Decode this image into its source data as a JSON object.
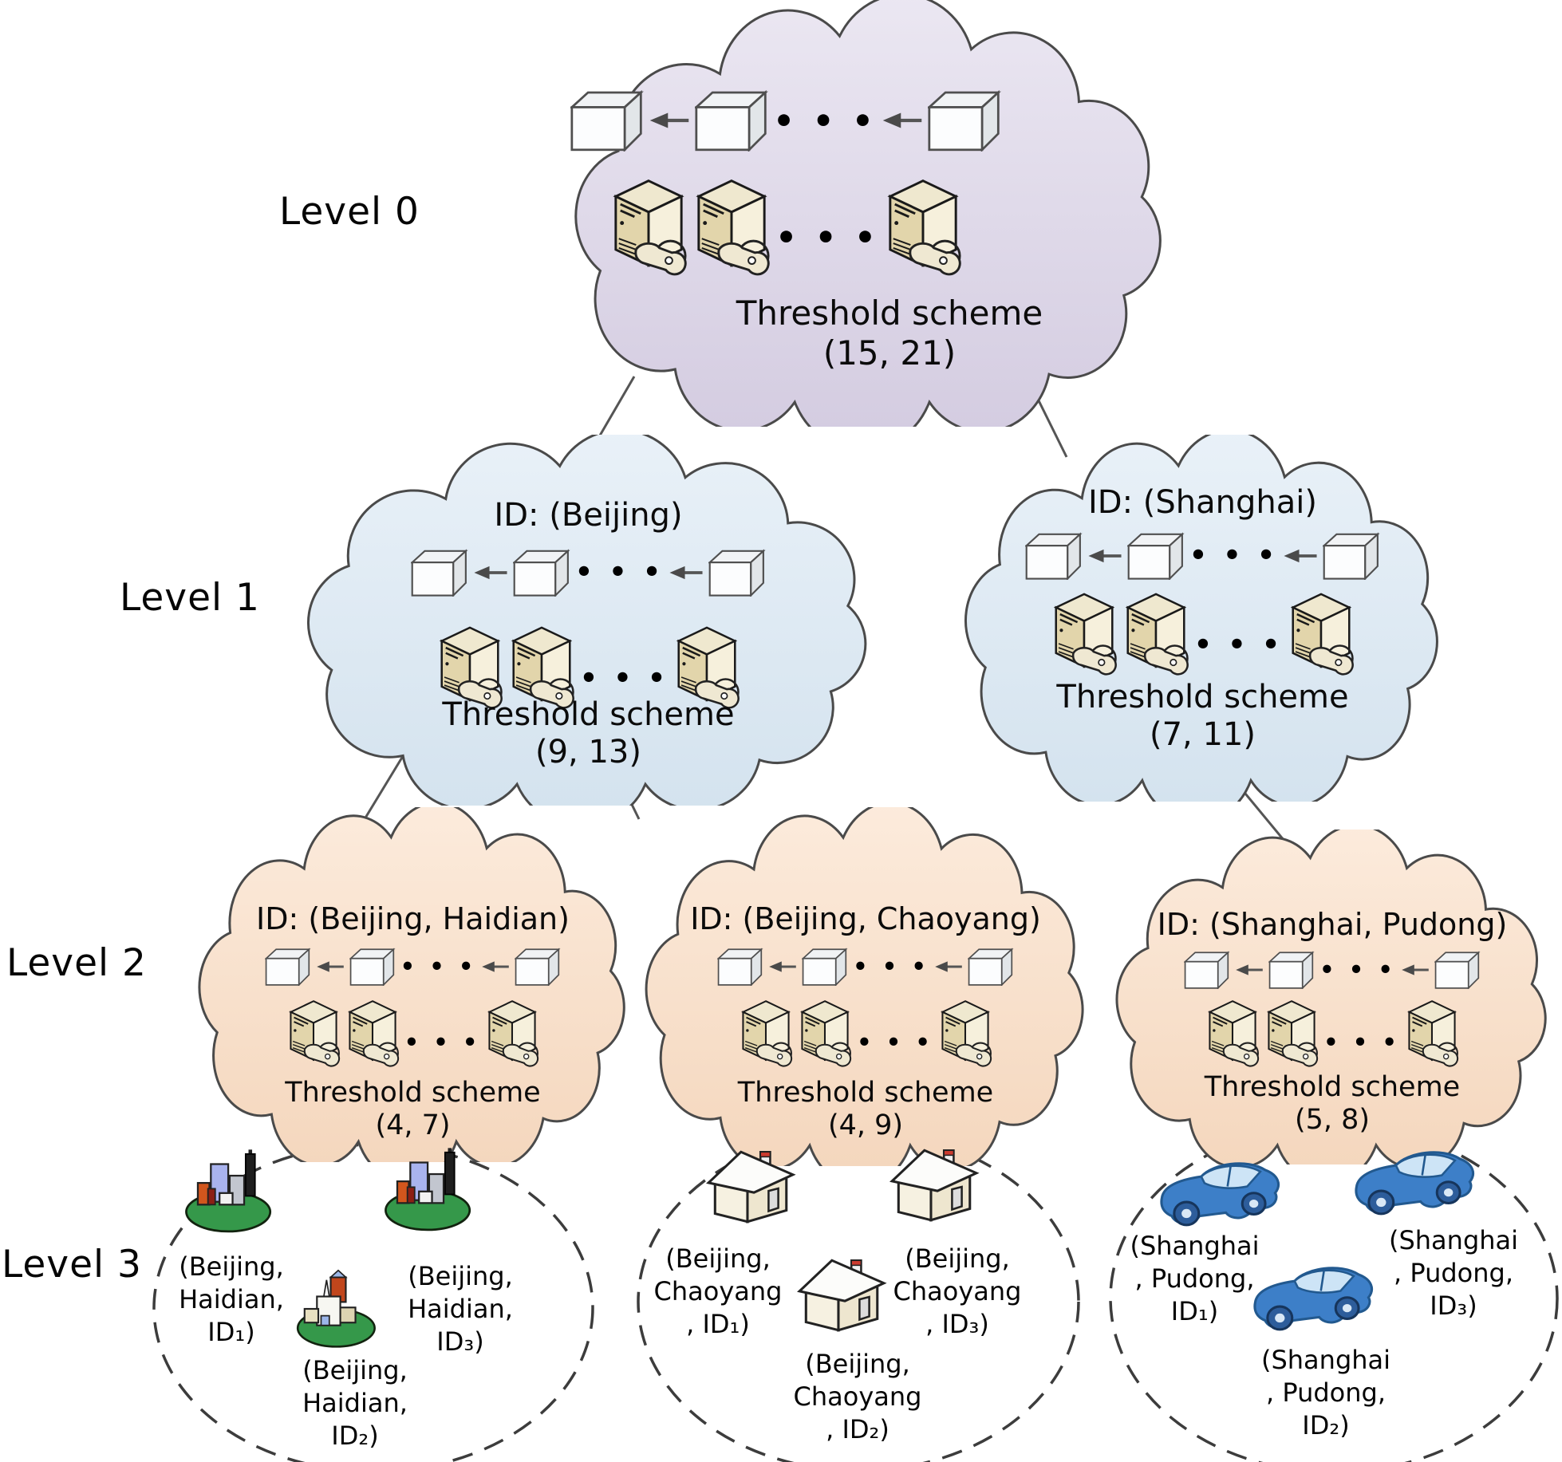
{
  "levels": {
    "level0": "Level 0",
    "level1": "Level 1",
    "level2": "Level 2",
    "level3": "Level 3"
  },
  "clouds": {
    "root": {
      "threshold": "Threshold scheme\n(15, 21)",
      "color": "#d9d2e4"
    },
    "beijing": {
      "id": "ID: (Beijing)",
      "threshold": "Threshold scheme\n(9, 13)",
      "color": "#dde8f2"
    },
    "shanghai": {
      "id": "ID: (Shanghai)",
      "threshold": "Threshold scheme\n(7, 11)",
      "color": "#dde8f2"
    },
    "haidian": {
      "id": "ID: (Beijing, Haidian)",
      "threshold": "Threshold scheme\n(4, 7)",
      "color": "#f8dfc9"
    },
    "chaoyang": {
      "id": "ID: (Beijing, Chaoyang)",
      "threshold": "Threshold scheme\n(4, 9)",
      "color": "#f8dfc9"
    },
    "pudong": {
      "id": "ID: (Shanghai, Pudong)",
      "threshold": "Threshold scheme\n(5, 8)",
      "color": "#f8dfc9"
    }
  },
  "groups": {
    "haidian": {
      "m1": "(Beijing,\nHaidian,\nID₁)",
      "m2": "(Beijing,\nHaidian,\nID₂)",
      "m3": "(Beijing,\nHaidian,\nID₃)"
    },
    "chaoyang": {
      "m1": "(Beijing,\nChaoyang\n, ID₁)",
      "m2": "(Beijing,\nChaoyang\n, ID₂)",
      "m3": "(Beijing,\nChaoyang\n, ID₃)"
    },
    "pudong": {
      "m1": "(Shanghai\n, Pudong,\nID₁)",
      "m2": "(Shanghai\n, Pudong,\nID₂)",
      "m3": "(Shanghai\n, Pudong,\nID₃)"
    }
  },
  "glyphs": {
    "dots": "• • •"
  }
}
